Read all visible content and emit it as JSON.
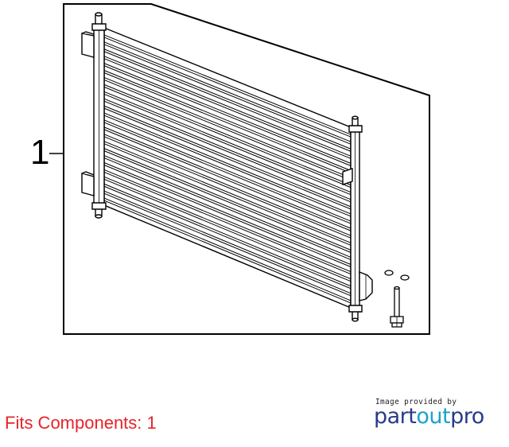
{
  "diagram": {
    "callout_number": "1",
    "part": "condenser-assembly"
  },
  "footer": {
    "fits_components": "Fits Components: 1",
    "provided_by": "Image provided by",
    "brand_part": "part",
    "brand_out": "out",
    "brand_pro": "pro"
  },
  "colors": {
    "fits_text": "#e8232a",
    "brand_dark": "#283a8a",
    "brand_light": "#1aa3c9",
    "line": "#000000"
  }
}
